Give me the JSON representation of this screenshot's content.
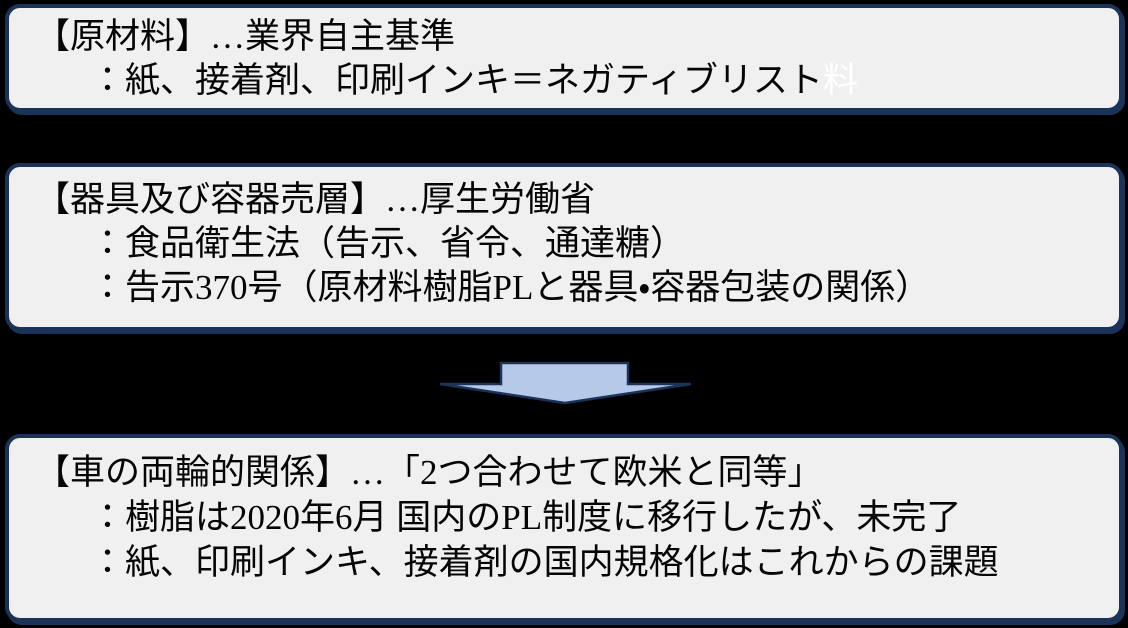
{
  "style": {
    "page_background": "#000000",
    "box_fill": "#F0F0F1",
    "box_border": "#1B3259",
    "text_color": "#050505",
    "highlight_text_color": "#FFFFFF",
    "arrow_fill": "#B6C9E8",
    "arrow_border": "#1B3259"
  },
  "boxes": [
    {
      "id": "raw-materials",
      "lines": [
        {
          "text": "【原材料】…業界自主基準"
        },
        {
          "text": "：紙、接着剤、印刷インキ＝ネガティブリスト",
          "white_suffix": "料"
        }
      ]
    },
    {
      "id": "utensils-and-containers",
      "lines": [
        {
          "text": "【器具及び容器売層】…厚生労働省"
        },
        {
          "text": "：食品衛生法（告示、省令、通達糖）"
        },
        {
          "text": "：告示370号（原材料樹脂PLと器具・容器包装の関係）"
        }
      ]
    },
    {
      "id": "two-wheels-relation",
      "lines": [
        {
          "text": "【車の両輪的関係】…「2つ合わせて欧米と同等」"
        },
        {
          "text": "：樹脂は2020年6月 国内のPL制度に移行したが、未完了"
        },
        {
          "text": "：紙、印刷インキ、接着剤の国内規格化はこれからの課題"
        }
      ]
    }
  ],
  "arrow": {
    "name": "down-arrow"
  }
}
